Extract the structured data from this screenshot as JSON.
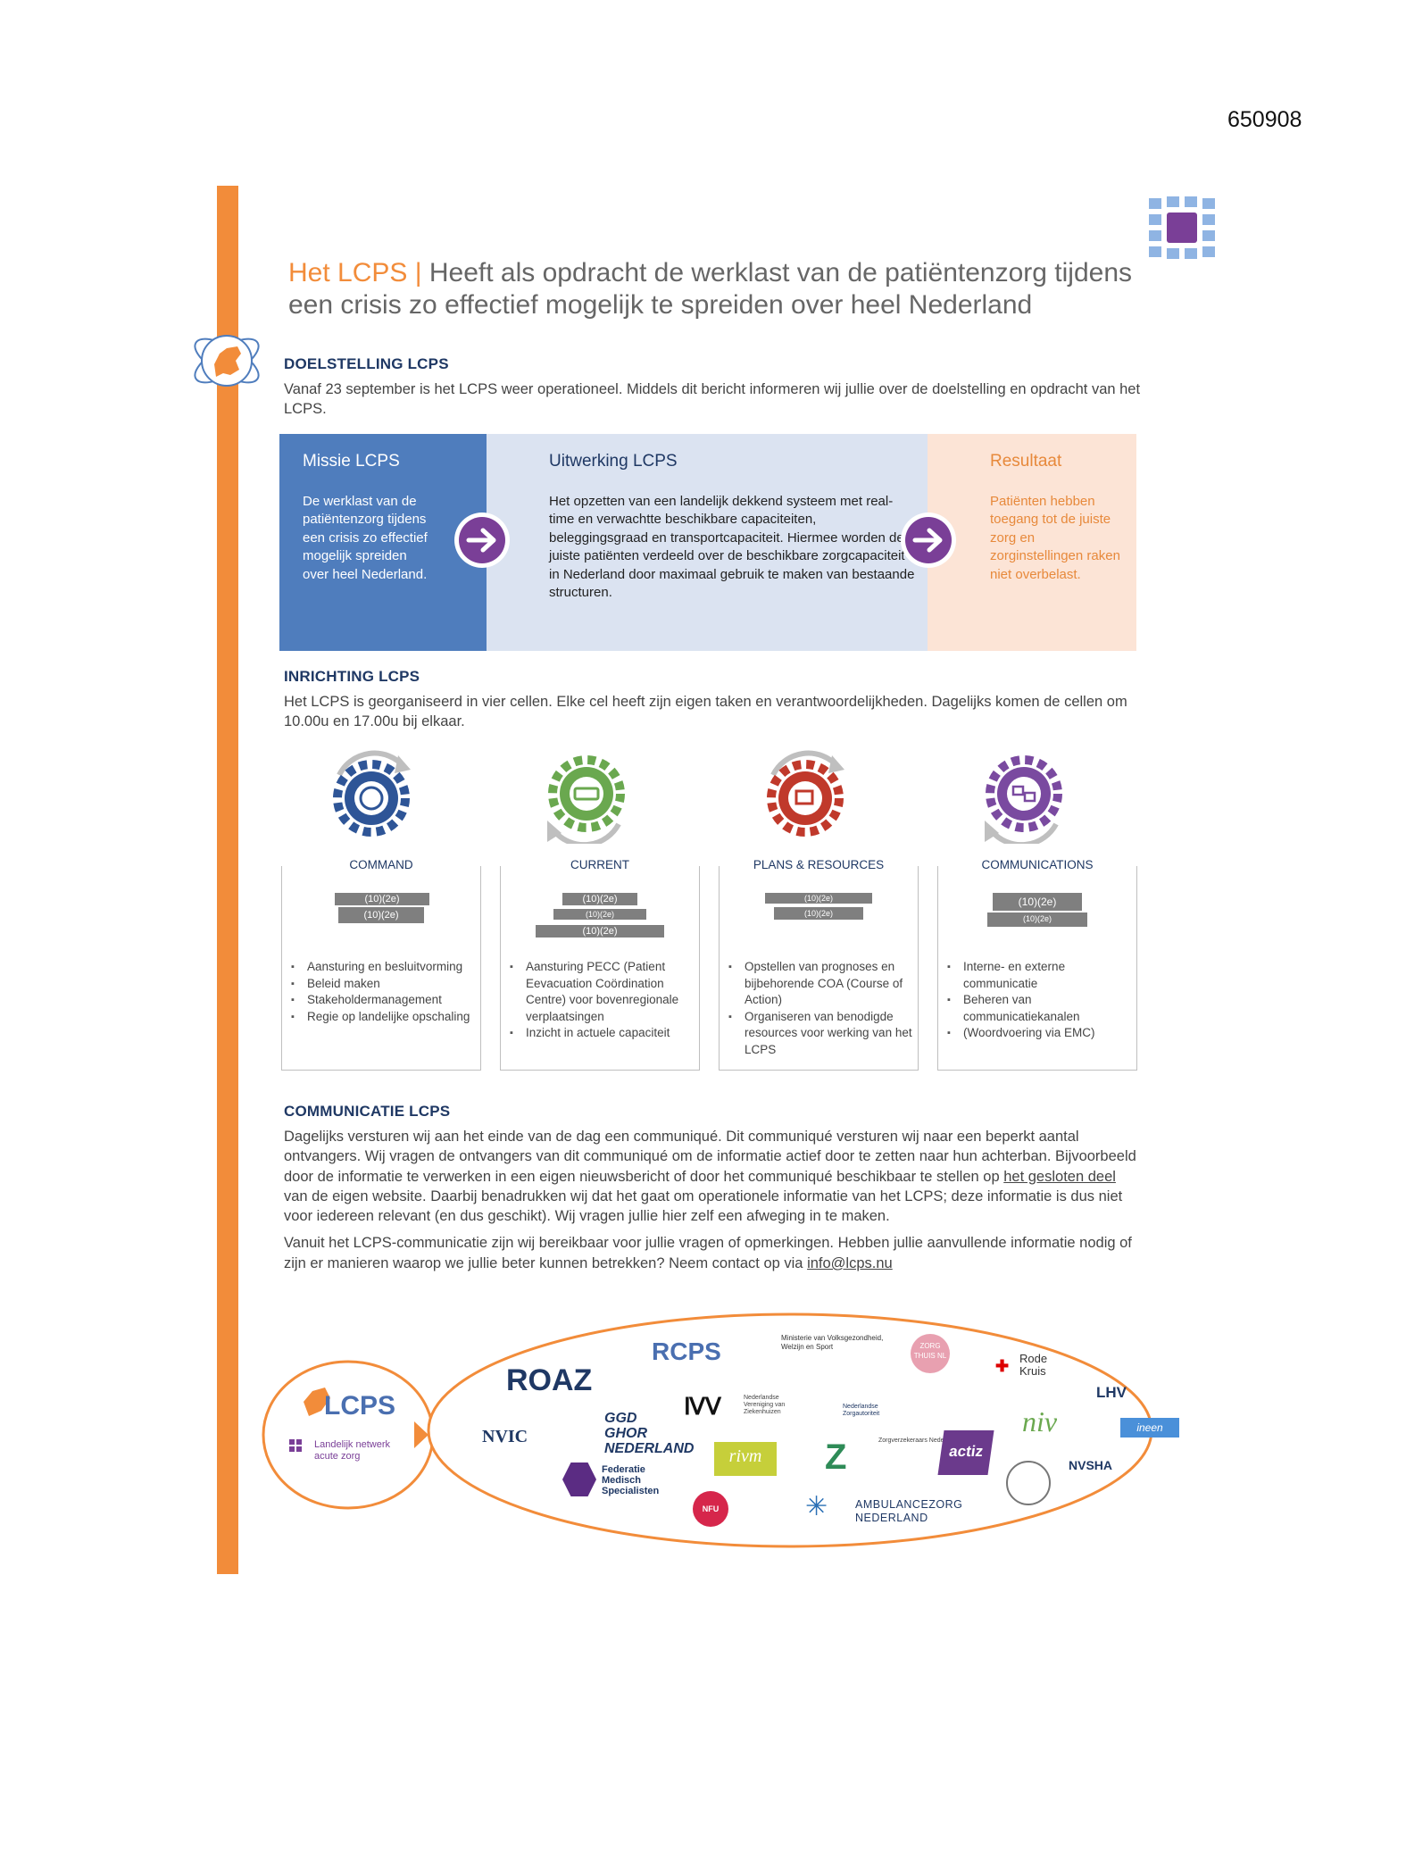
{
  "doc_id": "650908",
  "title": {
    "accent": "Het LCPS |",
    "text": " Heeft als opdracht de werklast van de patiëntenzorg tijdens een crisis zo effectief mogelijk te spreiden over heel Nederland"
  },
  "doelstelling": {
    "heading": "DOELSTELLING LCPS",
    "text": "Vanaf 23 september is het LCPS weer operationeel. Middels dit bericht informeren wij jullie over de doelstelling en opdracht van het LCPS."
  },
  "mission": {
    "missie": {
      "title": "Missie LCPS",
      "text": "De werklast van de patiëntenzorg tijdens een crisis zo effectief mogelijk spreiden over heel Nederland."
    },
    "uitwerking": {
      "title": "Uitwerking LCPS",
      "text": "Het opzetten van een landelijk dekkend systeem met real-time en verwachtte beschikbare capaciteiten, beleggingsgraad en transportcapaciteit. Hiermee worden de juiste patiënten verdeeld over de beschikbare zorgcapaciteit in Nederland door maximaal gebruik te maken van bestaande structuren."
    },
    "resultaat": {
      "title": "Resultaat",
      "text": "Patiënten hebben toegang tot de juiste zorg en zorginstellingen raken niet overbelast."
    }
  },
  "inrichting": {
    "heading": "INRICHTING LCPS",
    "text": "Het LCPS is georganiseerd in vier cellen. Elke cel heeft zijn eigen taken en verantwoordelijkheden. Dagelijks komen de cellen om 10.00u en 17.00u bij elkaar."
  },
  "redaction_label": "(10)(2e)",
  "cells": [
    {
      "title": "COMMAND",
      "bullets": [
        "Aansturing en besluitvorming",
        "Beleid maken",
        "Stakeholdermanagement",
        "Regie op landelijke opschaling"
      ]
    },
    {
      "title": "CURRENT",
      "bullets": [
        "Aansturing PECC (Patient Eevacuation Coördination Centre) voor bovenregionale verplaatsingen",
        "Inzicht in actuele capaciteit"
      ]
    },
    {
      "title": "PLANS & RESOURCES",
      "bullets": [
        "Opstellen van prognoses en bijbehorende COA (Course of Action)",
        "Organiseren van benodigde resources voor werking van het LCPS"
      ]
    },
    {
      "title": "COMMUNICATIONS",
      "bullets": [
        "Interne- en externe communicatie",
        "Beheren van communicatiekanalen",
        "(Woordvoering via EMC)"
      ]
    }
  ],
  "communicatie": {
    "heading": "COMMUNICATIE LCPS",
    "p1_a": "Dagelijks versturen wij aan het einde van de dag een communiqué. Dit communiqué versturen wij naar een beperkt aantal ontvangers. Wij vragen de ontvangers van dit communiqué om de informatie actief door te zetten naar hun achterban. Bijvoorbeeld door de informatie te verwerken in een eigen nieuwsbericht of door het communiqué beschikbaar te stellen op ",
    "p1_link": "het gesloten deel",
    "p1_b": " van de eigen website. Daarbij benadrukken wij dat het gaat om operationele informatie van het LCPS; deze informatie is dus niet voor iedereen relevant (en dus geschikt). Wij vragen jullie hier zelf een afweging in te maken.",
    "p2_a": "Vanuit het LCPS-communicatie zijn wij bereikbaar voor jullie vragen of opmerkingen. Hebben jullie aanvullende informatie nodig of zijn er manieren waarop we jullie beter kunnen betrekken? Neem contact op via ",
    "p2_link": "info@lcps.nu"
  },
  "lcps_logo": {
    "name": "LCPS",
    "sub": "Landelijk netwerk acute zorg"
  },
  "partners": {
    "roaz": "ROAZ",
    "rcps": "RCPS",
    "vws": "Ministerie van Volksgezondheid, Welzijn en Sport",
    "zorgthuis": "ZORG THUIS NL",
    "rodekruis": "Rode Kruis",
    "lhv": "LHV",
    "nvz": "Nederlandse Vereniging van Ziekenhuizen",
    "nza": "Nederlandse Zorgautoriteit",
    "ggd": "GGD GHOR NEDERLAND",
    "niv": "niv",
    "ineen": "ineen",
    "nvic": "NVIC",
    "rivm": "rivm",
    "zn": "Zorgverzekeraars Nederland",
    "actiz": "actiz",
    "nvsha": "NVSHA",
    "fms": "Federatie Medisch Specialisten",
    "nfu": "NFU",
    "ambulance": "AMBULANCEZORG NEDERLAND"
  },
  "colors": {
    "accent_orange": "#f28c3a",
    "navy": "#1f3864",
    "mission_blue": "#4f7dbd",
    "uitwerking_bg": "#dbe3f1",
    "resultaat_bg": "#fce4d6",
    "arrow_purple": "#7a3f97",
    "gear_command": "#2e5597",
    "gear_current": "#6aa84f",
    "gear_plans": "#c0392b",
    "gear_comms": "#7a4aa0"
  }
}
